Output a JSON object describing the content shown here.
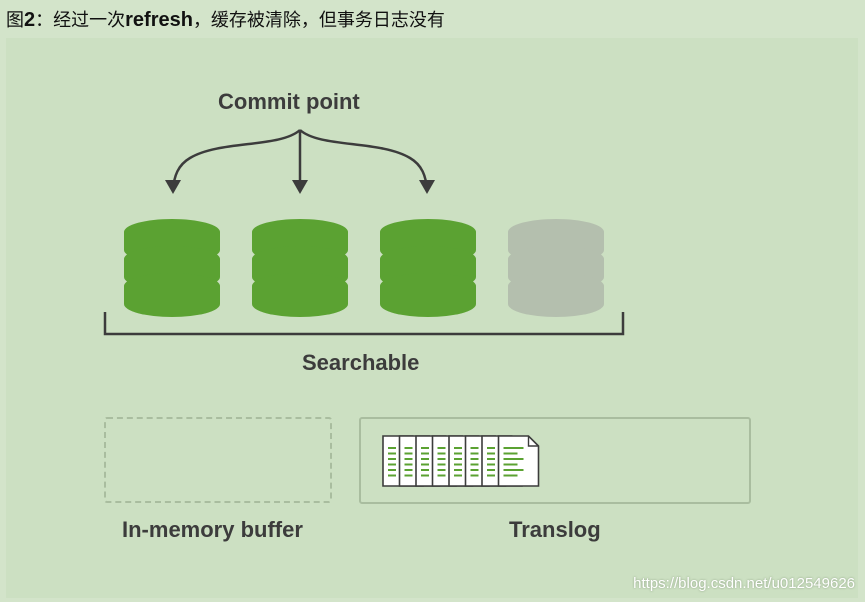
{
  "caption": {
    "prefix": "图",
    "number": "2",
    "text_before": "：经过一次",
    "keyword": "refresh",
    "text_after": "，缓存被清除，但事务日志没有"
  },
  "diagram": {
    "commit_point_label": "Commit point",
    "searchable_label": "Searchable",
    "buffer_label": "In-memory buffer",
    "translog_label": "Translog"
  },
  "segments": [
    {
      "state": "committed"
    },
    {
      "state": "committed"
    },
    {
      "state": "committed"
    },
    {
      "state": "uncommitted"
    }
  ],
  "translog_doc_count": 8,
  "colors": {
    "background": "#d3e4ca",
    "panel": "#cce0c2",
    "segment_green": "#5ba232",
    "segment_gray": "#b4bfae",
    "text": "#3c3c3c",
    "arrow": "#3c3c3c"
  },
  "watermark": "https://blog.csdn.net/u012549626"
}
